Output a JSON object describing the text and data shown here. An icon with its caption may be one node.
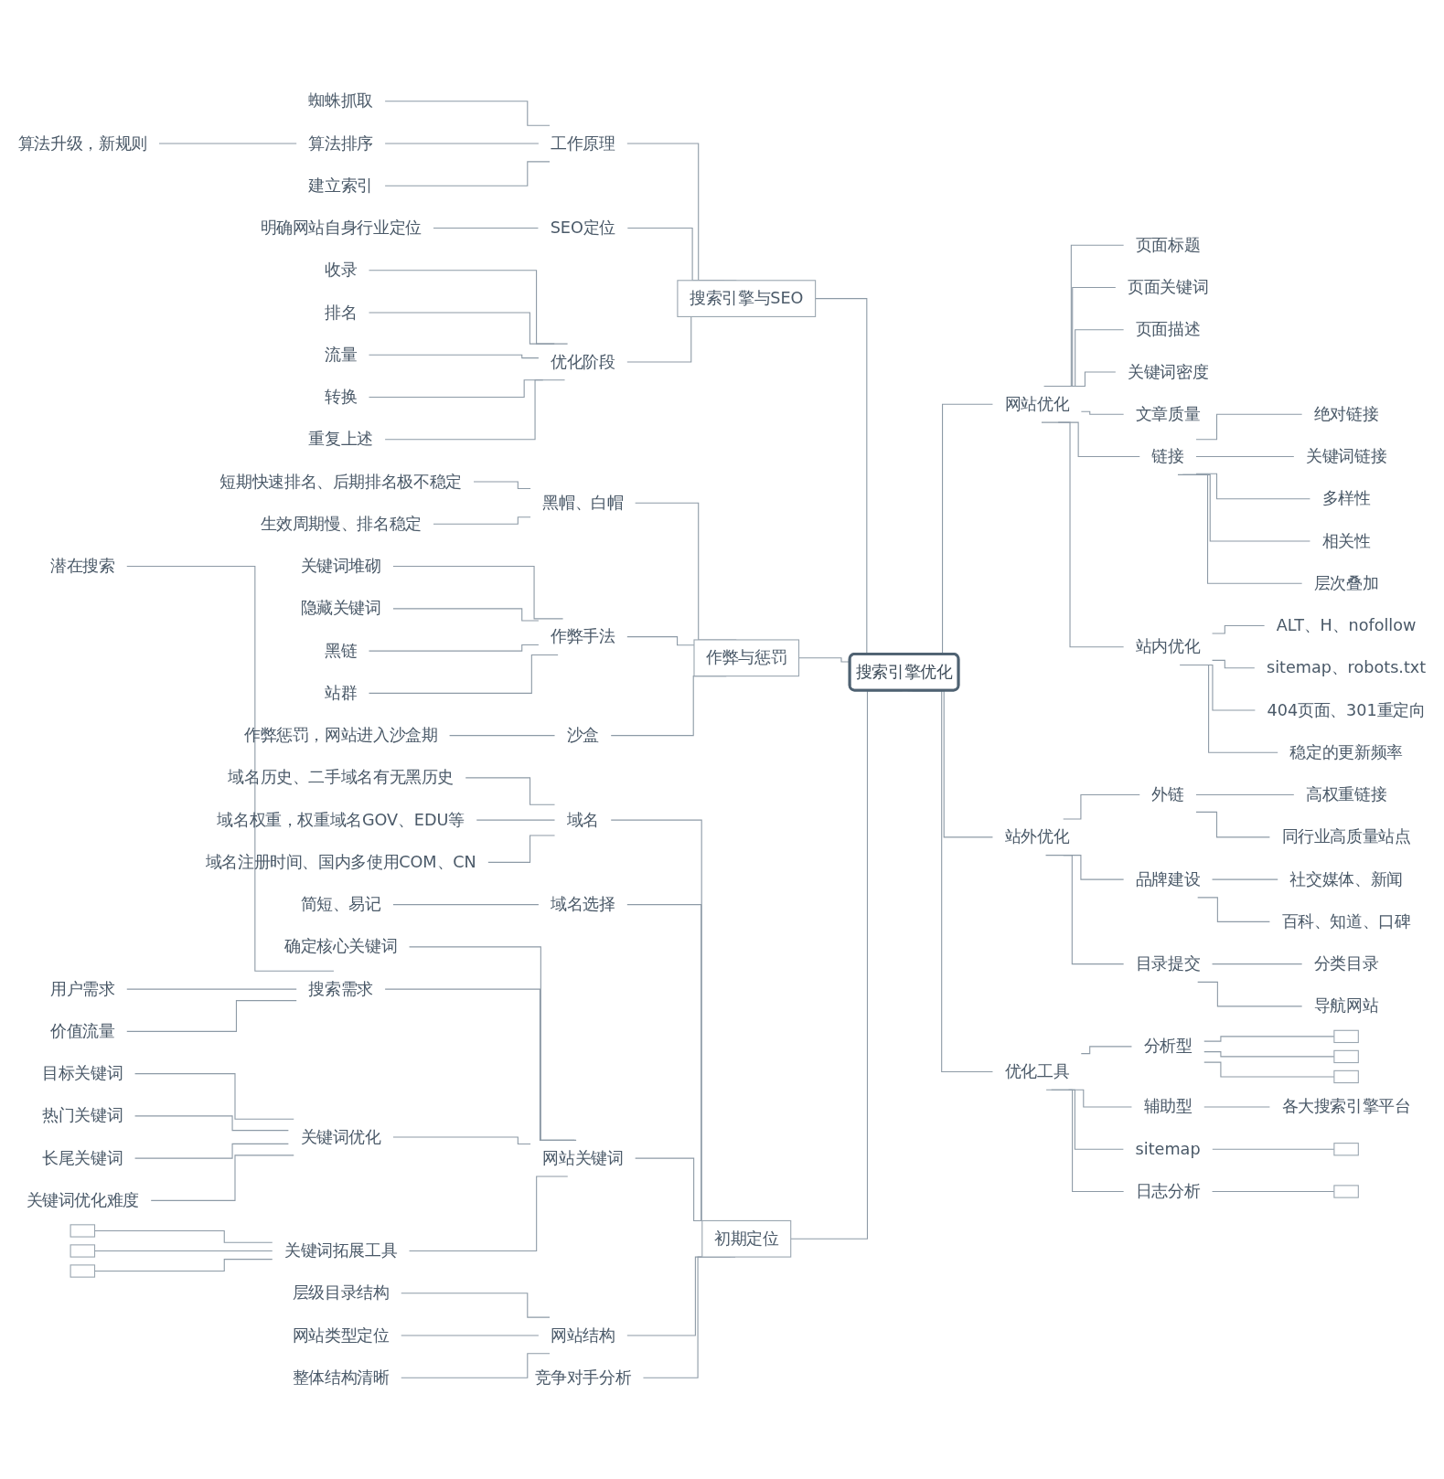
{
  "diagram": {
    "nodes": [
      {
        "text": [
          "搜索引擎优化"
        ]
      },
      {
        "text": [
          "搜索引擎与SEO"
        ]
      },
      {
        "text": [
          "工作原理"
        ]
      },
      {
        "text": [
          "蜘蛛抓取"
        ]
      },
      {
        "text": [
          "算法排序"
        ]
      },
      {
        "text": [
          "算法升级，新规则"
        ]
      },
      {
        "text": [
          "建立索引"
        ]
      },
      {
        "text": [
          "SEO定位"
        ]
      },
      {
        "text": [
          "明确网站自身行业定位"
        ]
      },
      {
        "text": [
          "优化阶段"
        ]
      },
      {
        "text": [
          "收录"
        ]
      },
      {
        "text": [
          "排名"
        ]
      },
      {
        "text": [
          "流量"
        ]
      },
      {
        "text": [
          "转换"
        ]
      },
      {
        "text": [
          "重复上述"
        ]
      },
      {
        "text": [
          "作弊与惩罚"
        ]
      },
      {
        "text": [
          "黑帽、白帽"
        ]
      },
      {
        "text": [
          "短期快速排名、后期排名极不稳定"
        ]
      },
      {
        "text": [
          "生效周期慢、排名稳定"
        ]
      },
      {
        "text": [
          "作弊手法"
        ]
      },
      {
        "text": [
          "关键词堆砌"
        ]
      },
      {
        "text": [
          "隐藏关键词"
        ]
      },
      {
        "text": [
          "黑链"
        ]
      },
      {
        "text": [
          "站群"
        ]
      },
      {
        "text": [
          "沙盒"
        ]
      },
      {
        "text": [
          "作弊惩罚，网站进入沙盒期"
        ]
      },
      {
        "text": [
          "初期定位"
        ]
      },
      {
        "text": [
          "域名"
        ]
      },
      {
        "text": [
          "域名历史、二手域名有无黑历史"
        ]
      },
      {
        "text": [
          "域名权重，权重域名GOV、EDU等"
        ]
      },
      {
        "text": [
          "域名注册时间、国内多使用COM、CN"
        ]
      },
      {
        "text": [
          "域名选择"
        ]
      },
      {
        "text": [
          "简短、易记"
        ]
      },
      {
        "text": [
          "网站关键词"
        ]
      },
      {
        "text": [
          "确定核心关键词"
        ]
      },
      {
        "text": [
          "搜索需求"
        ]
      },
      {
        "text": [
          "潜在搜索"
        ]
      },
      {
        "text": [
          "用户需求"
        ]
      },
      {
        "text": [
          "价值流量"
        ]
      },
      {
        "text": [
          "关键词优化"
        ]
      },
      {
        "text": [
          "目标关键词"
        ]
      },
      {
        "text": [
          "热门关键词"
        ]
      },
      {
        "text": [
          "长尾关键词"
        ]
      },
      {
        "text": [
          "关键词优化难度"
        ]
      },
      {
        "text": [
          "关键词拓展工具"
        ]
      },
      {
        "text": [],
        "shape": "box"
      },
      {
        "text": [],
        "shape": "box"
      },
      {
        "text": [],
        "shape": "box"
      },
      {
        "text": [
          "网站结构"
        ]
      },
      {
        "text": [
          "层级目录结构"
        ]
      },
      {
        "text": [
          "网站类型定位"
        ]
      },
      {
        "text": [
          "整体结构清晰"
        ]
      },
      {
        "text": [
          "竞争对手分析"
        ]
      },
      {
        "text": [
          "网站优化"
        ]
      },
      {
        "text": [
          "页面标题"
        ]
      },
      {
        "text": [
          "页面关键词"
        ]
      },
      {
        "text": [
          "页面描述"
        ]
      },
      {
        "text": [
          "关键词密度"
        ]
      },
      {
        "text": [
          "文章质量"
        ]
      },
      {
        "text": [
          "链接"
        ]
      },
      {
        "text": [
          "绝对链接"
        ]
      },
      {
        "text": [
          "关键词链接"
        ]
      },
      {
        "text": [
          "多样性"
        ]
      },
      {
        "text": [
          "相关性"
        ]
      },
      {
        "text": [
          "层次叠加"
        ]
      },
      {
        "text": [
          "站内优化"
        ]
      },
      {
        "text": [
          "ALT、H、nofollow"
        ]
      },
      {
        "text": [
          "sitemap、robots.txt"
        ]
      },
      {
        "text": [
          "404页面、301重定向"
        ]
      },
      {
        "text": [
          "稳定的更新频率"
        ]
      },
      {
        "text": [
          "站外优化"
        ]
      },
      {
        "text": [
          "外链"
        ]
      },
      {
        "text": [
          "高权重链接"
        ]
      },
      {
        "text": [
          "同行业高质量站点"
        ]
      },
      {
        "text": [
          "品牌建设"
        ]
      },
      {
        "text": [
          "社交媒体、新闻"
        ]
      },
      {
        "text": [
          "百科、知道、口碑"
        ]
      },
      {
        "text": [
          "目录提交"
        ]
      },
      {
        "text": [
          "分类目录"
        ]
      },
      {
        "text": [
          "导航网站"
        ]
      },
      {
        "text": [
          "优化工具"
        ]
      },
      {
        "text": [
          "分析型"
        ]
      },
      {
        "text": [],
        "shape": "box"
      },
      {
        "text": [],
        "shape": "box"
      },
      {
        "text": [],
        "shape": "box"
      },
      {
        "text": [
          "辅助型"
        ]
      },
      {
        "text": [
          "各大搜索引擎平台"
        ]
      },
      {
        "text": [
          "sitemap"
        ]
      },
      {
        "text": [],
        "shape": "box"
      },
      {
        "text": [
          "日志分析"
        ]
      },
      {
        "text": [],
        "shape": "box"
      }
    ],
    "edges": [
      {
        "from": 1,
        "to": 0,
        "arrow": "none"
      },
      {
        "from": 2,
        "to": 1,
        "arrow": "none"
      },
      {
        "from": 3,
        "to": 2,
        "arrow": "none"
      },
      {
        "from": 4,
        "to": 2,
        "arrow": "none"
      },
      {
        "from": 5,
        "to": 4,
        "arrow": "none"
      },
      {
        "from": 6,
        "to": 2,
        "arrow": "none"
      },
      {
        "from": 7,
        "to": 1,
        "arrow": "none"
      },
      {
        "from": 8,
        "to": 7,
        "arrow": "none"
      },
      {
        "from": 9,
        "to": 1,
        "arrow": "none"
      },
      {
        "from": 10,
        "to": 9,
        "arrow": "none"
      },
      {
        "from": 11,
        "to": 9,
        "arrow": "none"
      },
      {
        "from": 12,
        "to": 9,
        "arrow": "none"
      },
      {
        "from": 13,
        "to": 9,
        "arrow": "none"
      },
      {
        "from": 14,
        "to": 9,
        "arrow": "none"
      },
      {
        "from": 15,
        "to": 0,
        "arrow": "none"
      },
      {
        "from": 16,
        "to": 15,
        "arrow": "none"
      },
      {
        "from": 17,
        "to": 16,
        "arrow": "none"
      },
      {
        "from": 18,
        "to": 16,
        "arrow": "none"
      },
      {
        "from": 19,
        "to": 15,
        "arrow": "none"
      },
      {
        "from": 20,
        "to": 19,
        "arrow": "none"
      },
      {
        "from": 21,
        "to": 19,
        "arrow": "none"
      },
      {
        "from": 22,
        "to": 19,
        "arrow": "none"
      },
      {
        "from": 23,
        "to": 19,
        "arrow": "none"
      },
      {
        "from": 24,
        "to": 15,
        "arrow": "none"
      },
      {
        "from": 25,
        "to": 24,
        "arrow": "none"
      },
      {
        "from": 26,
        "to": 0,
        "arrow": "none"
      },
      {
        "from": 27,
        "to": 26,
        "arrow": "none"
      },
      {
        "from": 28,
        "to": 27,
        "arrow": "none"
      },
      {
        "from": 29,
        "to": 27,
        "arrow": "none"
      },
      {
        "from": 30,
        "to": 27,
        "arrow": "none"
      },
      {
        "from": 31,
        "to": 26,
        "arrow": "none"
      },
      {
        "from": 32,
        "to": 31,
        "arrow": "none"
      },
      {
        "from": 33,
        "to": 26,
        "arrow": "none"
      },
      {
        "from": 34,
        "to": 33,
        "arrow": "none"
      },
      {
        "from": 35,
        "to": 33,
        "arrow": "none"
      },
      {
        "from": 36,
        "to": 35,
        "arrow": "none"
      },
      {
        "from": 37,
        "to": 35,
        "arrow": "none"
      },
      {
        "from": 38,
        "to": 35,
        "arrow": "none"
      },
      {
        "from": 39,
        "to": 33,
        "arrow": "none"
      },
      {
        "from": 40,
        "to": 39,
        "arrow": "none"
      },
      {
        "from": 41,
        "to": 39,
        "arrow": "none"
      },
      {
        "from": 42,
        "to": 39,
        "arrow": "none"
      },
      {
        "from": 43,
        "to": 39,
        "arrow": "none"
      },
      {
        "from": 44,
        "to": 33,
        "arrow": "none"
      },
      {
        "from": 45,
        "to": 44,
        "arrow": "none"
      },
      {
        "from": 46,
        "to": 44,
        "arrow": "none"
      },
      {
        "from": 47,
        "to": 44,
        "arrow": "none"
      },
      {
        "from": 48,
        "to": 26,
        "arrow": "none"
      },
      {
        "from": 49,
        "to": 48,
        "arrow": "none"
      },
      {
        "from": 50,
        "to": 48,
        "arrow": "none"
      },
      {
        "from": 51,
        "to": 48,
        "arrow": "none"
      },
      {
        "from": 52,
        "to": 26,
        "arrow": "none"
      },
      {
        "from": 0,
        "to": 53,
        "arrow": "none"
      },
      {
        "from": 53,
        "to": 54,
        "arrow": "none"
      },
      {
        "from": 53,
        "to": 55,
        "arrow": "none"
      },
      {
        "from": 53,
        "to": 56,
        "arrow": "none"
      },
      {
        "from": 53,
        "to": 57,
        "arrow": "none"
      },
      {
        "from": 53,
        "to": 58,
        "arrow": "none"
      },
      {
        "from": 53,
        "to": 59,
        "arrow": "none"
      },
      {
        "from": 59,
        "to": 60,
        "arrow": "none"
      },
      {
        "from": 59,
        "to": 61,
        "arrow": "none"
      },
      {
        "from": 59,
        "to": 62,
        "arrow": "none"
      },
      {
        "from": 59,
        "to": 63,
        "arrow": "none"
      },
      {
        "from": 59,
        "to": 64,
        "arrow": "none"
      },
      {
        "from": 53,
        "to": 65,
        "arrow": "none"
      },
      {
        "from": 65,
        "to": 66,
        "arrow": "none"
      },
      {
        "from": 65,
        "to": 67,
        "arrow": "none"
      },
      {
        "from": 65,
        "to": 68,
        "arrow": "none"
      },
      {
        "from": 65,
        "to": 69,
        "arrow": "none"
      },
      {
        "from": 0,
        "to": 70,
        "arrow": "none"
      },
      {
        "from": 70,
        "to": 71,
        "arrow": "none"
      },
      {
        "from": 71,
        "to": 72,
        "arrow": "none"
      },
      {
        "from": 71,
        "to": 73,
        "arrow": "none"
      },
      {
        "from": 70,
        "to": 74,
        "arrow": "none"
      },
      {
        "from": 74,
        "to": 75,
        "arrow": "none"
      },
      {
        "from": 74,
        "to": 76,
        "arrow": "none"
      },
      {
        "from": 70,
        "to": 77,
        "arrow": "none"
      },
      {
        "from": 77,
        "to": 78,
        "arrow": "none"
      },
      {
        "from": 77,
        "to": 79,
        "arrow": "none"
      },
      {
        "from": 0,
        "to": 80,
        "arrow": "none"
      },
      {
        "from": 80,
        "to": 81,
        "arrow": "none"
      },
      {
        "from": 81,
        "to": 82,
        "arrow": "none"
      },
      {
        "from": 81,
        "to": 83,
        "arrow": "none"
      },
      {
        "from": 81,
        "to": 84,
        "arrow": "none"
      },
      {
        "from": 80,
        "to": 85,
        "arrow": "none"
      },
      {
        "from": 85,
        "to": 86,
        "arrow": "none"
      },
      {
        "from": 80,
        "to": 87,
        "arrow": "none"
      },
      {
        "from": 87,
        "to": 88,
        "arrow": "none"
      },
      {
        "from": 80,
        "to": 89,
        "arrow": "none"
      },
      {
        "from": 89,
        "to": 90,
        "arrow": "none"
      }
    ]
  }
}
